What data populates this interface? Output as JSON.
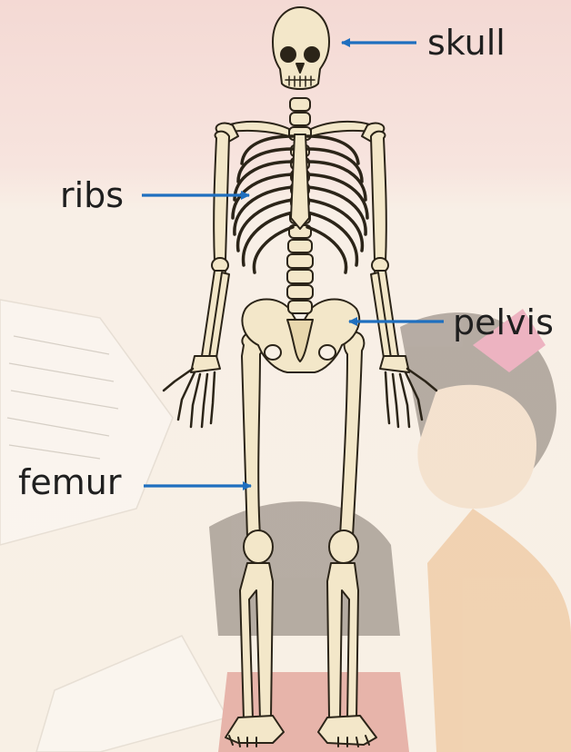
{
  "diagram": {
    "labels": {
      "skull": "skull",
      "ribs": "ribs",
      "pelvis": "pelvis",
      "femur": "femur"
    },
    "colors": {
      "arrow": "#1f6fbf",
      "bone_fill": "#f3e7c9",
      "bone_outline": "#2b2418",
      "background_top": "#f6ddd8",
      "background_bottom": "#f8f1e6"
    }
  }
}
